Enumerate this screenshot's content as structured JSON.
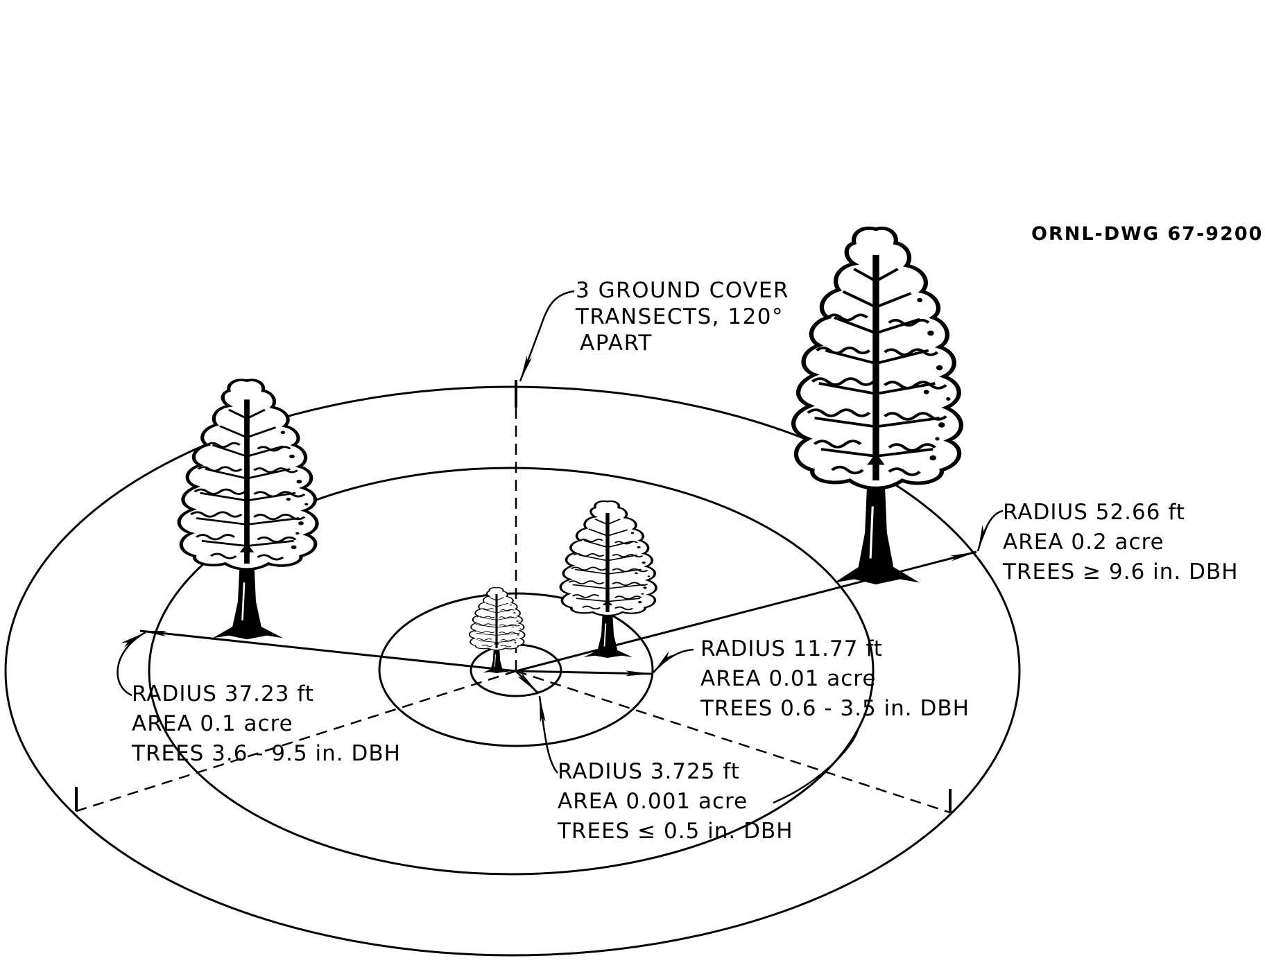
{
  "drawing": {
    "id": "ORNL-DWG 67-9200",
    "type": "concentric circular forest sampling plots (perspective view)",
    "colors": {
      "ink": "#000000",
      "background": "#ffffff"
    }
  },
  "transect_note": {
    "lines": [
      "3 GROUND COVER",
      "TRANSECTS, 120°",
      "APART"
    ]
  },
  "plots": [
    {
      "id": "plot-1",
      "radius": "RADIUS  3.725 ft",
      "area": "AREA  0.001 acre",
      "trees": "TREES  ≤ 0.5 in. DBH",
      "radius_ft": 3.725,
      "area_acre": 0.001,
      "dbh_range": "≤ 0.5 in."
    },
    {
      "id": "plot-2",
      "radius": "RADIUS  11.77 ft",
      "area": "AREA  0.01 acre",
      "trees": "TREES  0.6 - 3.5 in. DBH",
      "radius_ft": 11.77,
      "area_acre": 0.01,
      "dbh_range": "0.6 - 3.5 in."
    },
    {
      "id": "plot-3",
      "radius": "RADIUS  37.23 ft",
      "area": "AREA  0.1 acre",
      "trees": "TREES  3.6 - 9.5 in. DBH",
      "radius_ft": 37.23,
      "area_acre": 0.1,
      "dbh_range": "3.6 - 9.5 in."
    },
    {
      "id": "plot-4",
      "radius": "RADIUS  52.66 ft",
      "area": "AREA  0.2 acre",
      "trees": "TREES  ≥ 9.6 in. DBH",
      "radius_ft": 52.66,
      "area_acre": 0.2,
      "dbh_range": "≥ 9.6 in."
    }
  ],
  "trees_illustrated": [
    "small-sapling",
    "medium-tree",
    "large-tree-left",
    "largest-tree-right"
  ]
}
